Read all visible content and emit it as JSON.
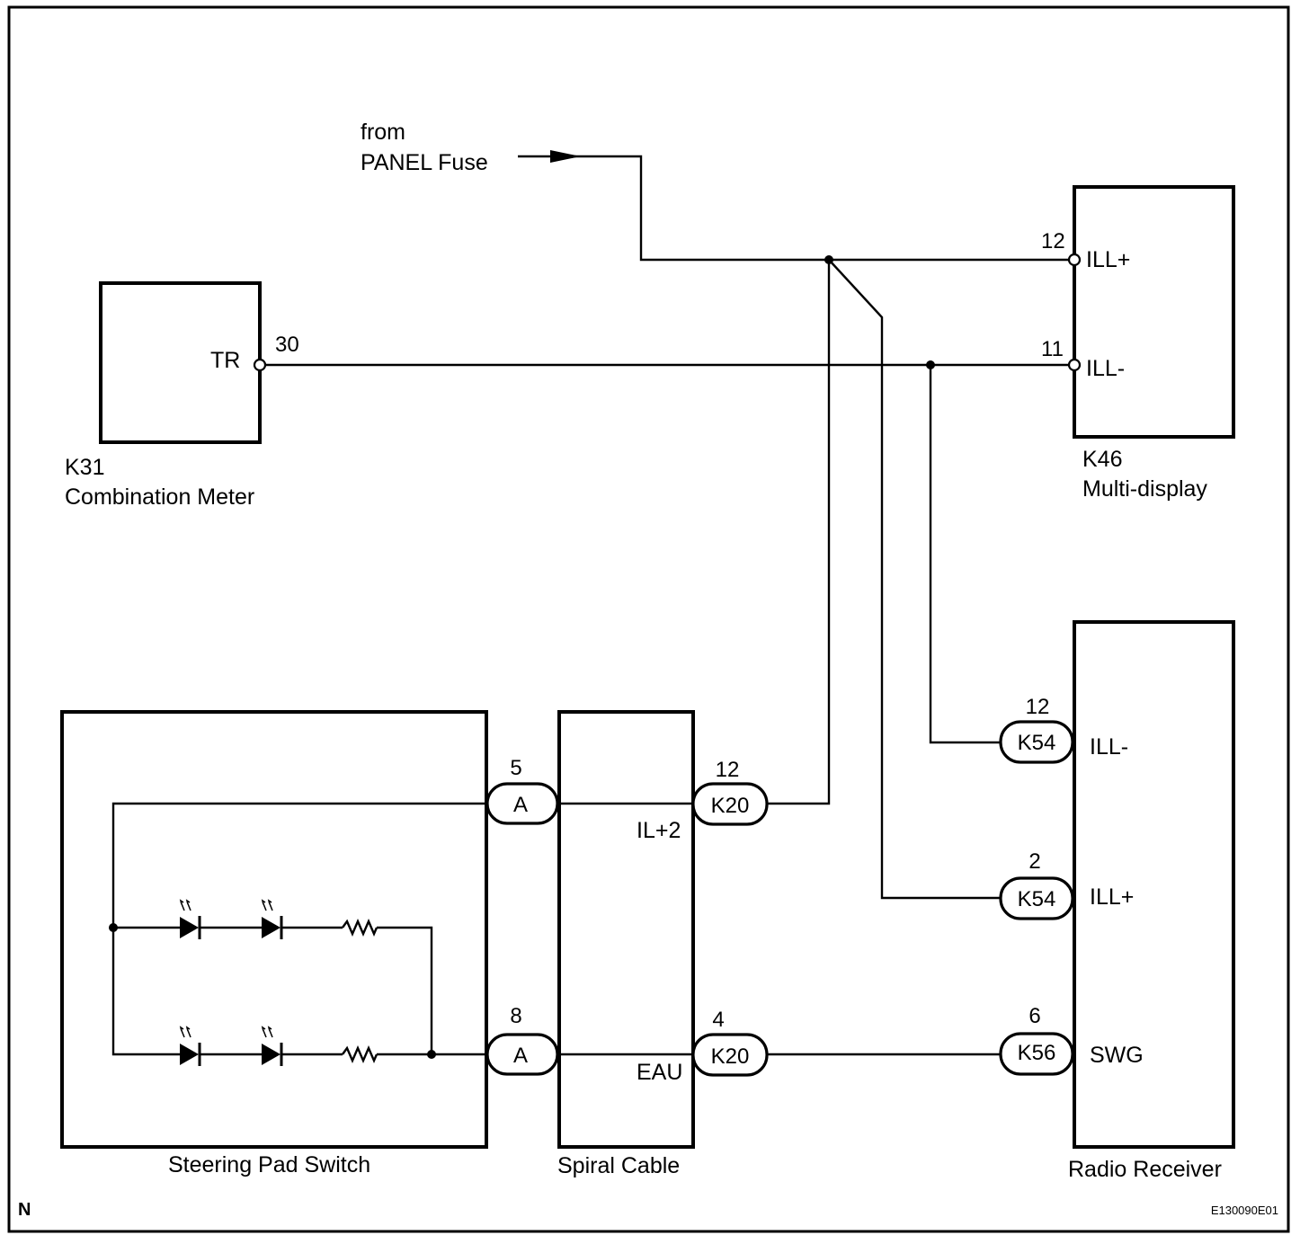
{
  "source": {
    "line1": "from",
    "line2": "PANEL Fuse"
  },
  "components": {
    "combination_meter": {
      "code": "K31",
      "name": "Combination Meter",
      "pin_label": "TR",
      "pin_number": "30"
    },
    "multi_display": {
      "code": "K46",
      "name": "Multi-display",
      "pins": [
        {
          "number": "12",
          "label": "ILL+"
        },
        {
          "number": "11",
          "label": "ILL-"
        }
      ]
    },
    "steering_pad_switch": {
      "name": "Steering Pad Switch"
    },
    "spiral_cable": {
      "name": "Spiral Cable",
      "labels": [
        "IL+2",
        "EAU"
      ]
    },
    "radio_receiver": {
      "name": "Radio Receiver",
      "pins": [
        {
          "number": "12",
          "connector": "K54",
          "label": "ILL-"
        },
        {
          "number": "2",
          "connector": "K54",
          "label": "ILL+"
        },
        {
          "number": "6",
          "connector": "K56",
          "label": "SWG"
        }
      ]
    }
  },
  "connectors": {
    "a_top": {
      "pin": "5",
      "name": "A"
    },
    "a_bottom": {
      "pin": "8",
      "name": "A"
    },
    "k20_top": {
      "pin": "12",
      "name": "K20"
    },
    "k20_bottom": {
      "pin": "4",
      "name": "K20"
    }
  },
  "footer": {
    "corner_mark": "N",
    "figure_id": "E130090E01"
  }
}
